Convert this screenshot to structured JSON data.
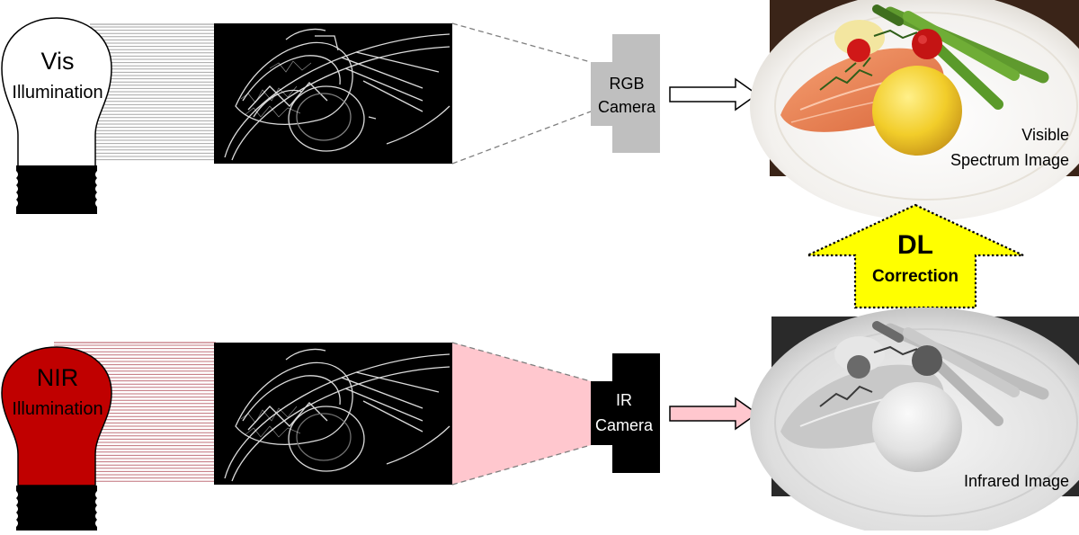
{
  "visible_path": {
    "bulb_label": "Vis",
    "bulb_sublabel": "Illumination",
    "camera_line1": "RGB",
    "camera_line2": "Camera",
    "output_line1": "Visible",
    "output_line2": "Spectrum Image"
  },
  "nir_path": {
    "bulb_label": "NIR",
    "bulb_sublabel": "Illumination",
    "camera_line1": "IR",
    "camera_line2": "Camera",
    "output_label": "Infrared Image"
  },
  "correction": {
    "title": "DL",
    "subtitle": "Correction"
  },
  "colors": {
    "nir_red": "#c00000",
    "light_pink": "#ffc7ce",
    "beam_pink": "#c0707a",
    "camera_gray": "#bfbfbf",
    "arrow_yellow": "#ffff00",
    "beam_gray": "#a6a6a6"
  }
}
